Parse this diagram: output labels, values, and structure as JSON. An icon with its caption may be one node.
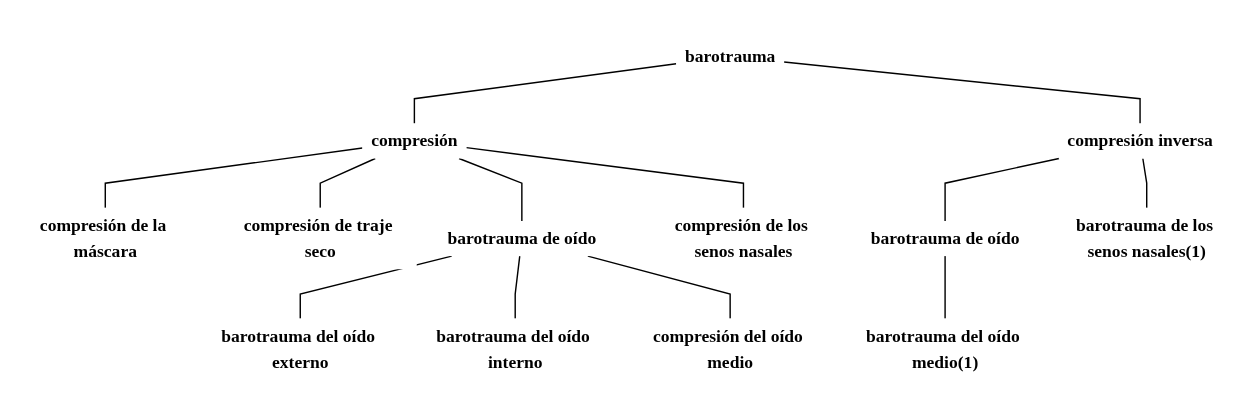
{
  "diagram": {
    "nodes": [
      {
        "text": [
          "barotrauma"
        ]
      },
      {
        "text": [
          "compresión"
        ]
      },
      {
        "text": [
          "compresión inversa"
        ]
      },
      {
        "text": [
          "compresión de la máscara"
        ]
      },
      {
        "text": [
          "compresión de traje seco"
        ]
      },
      {
        "text": [
          "barotrauma de oído"
        ]
      },
      {
        "text": [
          "compresión de los senos nasales"
        ]
      },
      {
        "text": [
          "barotrauma de oído"
        ]
      },
      {
        "text": [
          "barotrauma de los senos nasales(1)"
        ]
      },
      {
        "text": [
          "barotrauma del oído externo"
        ]
      },
      {
        "text": [
          "barotrauma del oído interno"
        ]
      },
      {
        "text": [
          "compresión del oído medio"
        ]
      },
      {
        "text": [
          "barotrauma del oído medio(1)"
        ]
      }
    ],
    "edges": [
      {
        "from": 0,
        "to": 1,
        "arrow": "none"
      },
      {
        "from": 0,
        "to": 2,
        "arrow": "none"
      },
      {
        "from": 1,
        "to": 3,
        "arrow": "none"
      },
      {
        "from": 1,
        "to": 4,
        "arrow": "none"
      },
      {
        "from": 1,
        "to": 5,
        "arrow": "none"
      },
      {
        "from": 1,
        "to": 6,
        "arrow": "none"
      },
      {
        "from": 2,
        "to": 7,
        "arrow": "none"
      },
      {
        "from": 2,
        "to": 8,
        "arrow": "none"
      },
      {
        "from": 5,
        "to": 9,
        "arrow": "none"
      },
      {
        "from": 5,
        "to": 10,
        "arrow": "none"
      },
      {
        "from": 5,
        "to": 11,
        "arrow": "none"
      },
      {
        "from": 7,
        "to": 12,
        "arrow": "none"
      }
    ]
  }
}
